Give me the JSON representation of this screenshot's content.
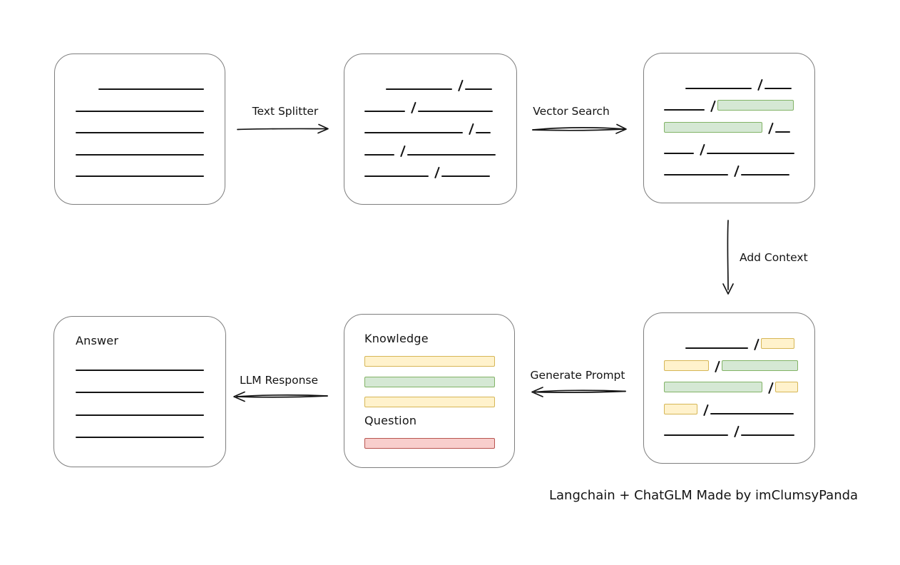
{
  "page": {
    "caption": "Langchain + ChatGLM Made by imClumsyPanda",
    "colors": {
      "green_fill": "#d5e8d4",
      "green_stroke": "#82b366",
      "yellow_fill": "#fff2cc",
      "yellow_stroke": "#d6b656",
      "red_fill": "#f8cecc",
      "red_stroke": "#b85450",
      "box_stroke": "#7e7e7e",
      "ink": "#141414"
    },
    "arrows": {
      "text_splitter": {
        "label": "Text Splitter",
        "direction": "right"
      },
      "vector_search": {
        "label": "Vector Search",
        "direction": "right"
      },
      "add_context": {
        "label": "Add Context",
        "direction": "down"
      },
      "generate_prompt": {
        "label": "Generate Prompt",
        "direction": "left"
      },
      "llm_response": {
        "label": "LLM Response",
        "direction": "left"
      }
    },
    "boxes": {
      "source": {
        "rows": [
          {
            "indent": 32,
            "segs": [
              {
                "k": "line",
                "w": 150
              }
            ]
          },
          {
            "segs": [
              {
                "k": "line",
                "w": 182
              }
            ]
          },
          {
            "segs": [
              {
                "k": "line",
                "w": 182
              }
            ]
          },
          {
            "segs": [
              {
                "k": "line",
                "w": 182
              }
            ]
          },
          {
            "segs": [
              {
                "k": "line",
                "w": 182
              }
            ]
          }
        ]
      },
      "split": {
        "rows": [
          {
            "indent": 30,
            "segs": [
              {
                "k": "line",
                "w": 93
              },
              {
                "k": "slash"
              },
              {
                "k": "line",
                "w": 38
              }
            ]
          },
          {
            "segs": [
              {
                "k": "line",
                "w": 57
              },
              {
                "k": "slash"
              },
              {
                "k": "line",
                "w": 105
              }
            ]
          },
          {
            "segs": [
              {
                "k": "line",
                "w": 138
              },
              {
                "k": "slash"
              },
              {
                "k": "line",
                "w": 21
              }
            ]
          },
          {
            "segs": [
              {
                "k": "line",
                "w": 42
              },
              {
                "k": "slash"
              },
              {
                "k": "line",
                "w": 124
              }
            ]
          },
          {
            "segs": [
              {
                "k": "line",
                "w": 90
              },
              {
                "k": "slash"
              },
              {
                "k": "line",
                "w": 68
              }
            ]
          }
        ]
      },
      "vector": {
        "rows": [
          {
            "indent": 30,
            "segs": [
              {
                "k": "line",
                "w": 93
              },
              {
                "k": "slash"
              },
              {
                "k": "line",
                "w": 38
              }
            ]
          },
          {
            "segs": [
              {
                "k": "line",
                "w": 57
              },
              {
                "k": "slash"
              },
              {
                "k": "chip",
                "c": "green",
                "w": 107
              }
            ]
          },
          {
            "segs": [
              {
                "k": "chip",
                "c": "green",
                "w": 138
              },
              {
                "k": "slash"
              },
              {
                "k": "line",
                "w": 21
              }
            ]
          },
          {
            "segs": [
              {
                "k": "line",
                "w": 42
              },
              {
                "k": "slash"
              },
              {
                "k": "line",
                "w": 124
              }
            ]
          },
          {
            "segs": [
              {
                "k": "line",
                "w": 90
              },
              {
                "k": "slash"
              },
              {
                "k": "line",
                "w": 68
              }
            ]
          }
        ]
      },
      "context": {
        "rows": [
          {
            "indent": 30,
            "segs": [
              {
                "k": "line",
                "w": 93
              },
              {
                "k": "slash"
              },
              {
                "k": "chip",
                "c": "yellow",
                "w": 47
              }
            ]
          },
          {
            "segs": [
              {
                "k": "chip",
                "c": "yellow",
                "w": 63
              },
              {
                "k": "slash"
              },
              {
                "k": "chip",
                "c": "green",
                "w": 107
              }
            ]
          },
          {
            "segs": [
              {
                "k": "chip",
                "c": "green",
                "w": 138
              },
              {
                "k": "slash"
              },
              {
                "k": "chip",
                "c": "yellow",
                "w": 32
              }
            ]
          },
          {
            "segs": [
              {
                "k": "chip",
                "c": "yellow",
                "w": 47
              },
              {
                "k": "slash"
              },
              {
                "k": "line",
                "w": 117
              }
            ]
          },
          {
            "segs": [
              {
                "k": "line",
                "w": 90
              },
              {
                "k": "slash"
              },
              {
                "k": "line",
                "w": 75
              }
            ]
          }
        ]
      },
      "prompt": {
        "rows": [
          {
            "segs": [
              {
                "k": "label",
                "text": "Knowledge",
                "name": "knowledge-label"
              }
            ]
          },
          {
            "segs": [
              {
                "k": "chip",
                "c": "yellow",
                "w": 183
              }
            ]
          },
          {
            "segs": [
              {
                "k": "chip",
                "c": "green",
                "w": 183
              }
            ]
          },
          {
            "segs": [
              {
                "k": "chip",
                "c": "yellow",
                "w": 183
              }
            ]
          },
          {
            "segs": [
              {
                "k": "label",
                "text": "Question",
                "name": "question-label"
              }
            ]
          },
          {
            "segs": [
              {
                "k": "chip",
                "c": "red",
                "w": 183
              }
            ]
          }
        ]
      },
      "answer": {
        "rows": [
          {
            "segs": [
              {
                "k": "label",
                "text": "Answer",
                "name": "answer-label"
              }
            ]
          },
          {
            "segs": [
              {
                "k": "line",
                "w": 182
              }
            ]
          },
          {
            "segs": [
              {
                "k": "line",
                "w": 182
              }
            ]
          },
          {
            "segs": [
              {
                "k": "line",
                "w": 182
              }
            ]
          },
          {
            "segs": [
              {
                "k": "line",
                "w": 182
              }
            ]
          }
        ]
      }
    }
  }
}
